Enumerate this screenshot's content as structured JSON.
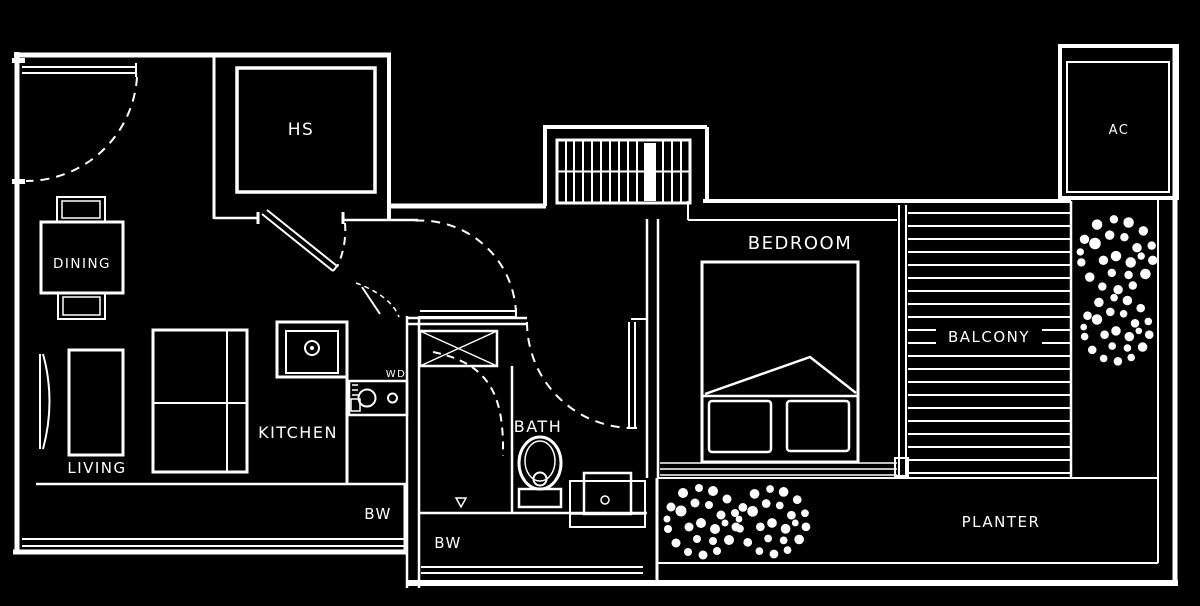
{
  "title": "apartment-floor-plan",
  "colors": {
    "background": "#000000",
    "line": "#ffffff"
  },
  "labels": {
    "hs": "HS",
    "ac": "AC",
    "dining": "DINING",
    "living": "LIVING",
    "kitchen": "KITCHEN",
    "wd": "WD",
    "bath": "BATH",
    "bw_living": "BW",
    "bw_bath": "BW",
    "bedroom": "BEDROOM",
    "balcony": "BALCONY",
    "planter": "PLANTER"
  }
}
